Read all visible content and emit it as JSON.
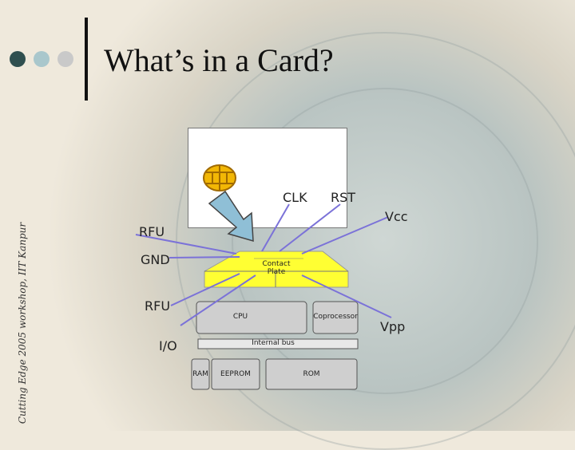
{
  "slide": {
    "title": "What’s in a Card?",
    "side_text": "Cutting Edge 2005 workshop, IIT Kanpur"
  },
  "labels": {
    "clk": "CLK",
    "rst": "RST",
    "vcc": "Vcc",
    "rfu_top": "RFU",
    "gnd": "GND",
    "rfu_bottom": "RFU",
    "vpp": "Vpp",
    "io": "I/O"
  },
  "chip": {
    "contact_plate": "Contact Plate",
    "cpu": "CPU",
    "coprocessor": "Coprocessor",
    "internal_bus": "Internal bus",
    "ram": "RAM",
    "eeprom": "EEPROM",
    "rom": "ROM"
  },
  "colors": {
    "accent_line": "#7b72d8",
    "contact_yellow": "#ffff33",
    "chip_gold": "#f2b705",
    "arrow_fill": "#8fbfd6"
  }
}
